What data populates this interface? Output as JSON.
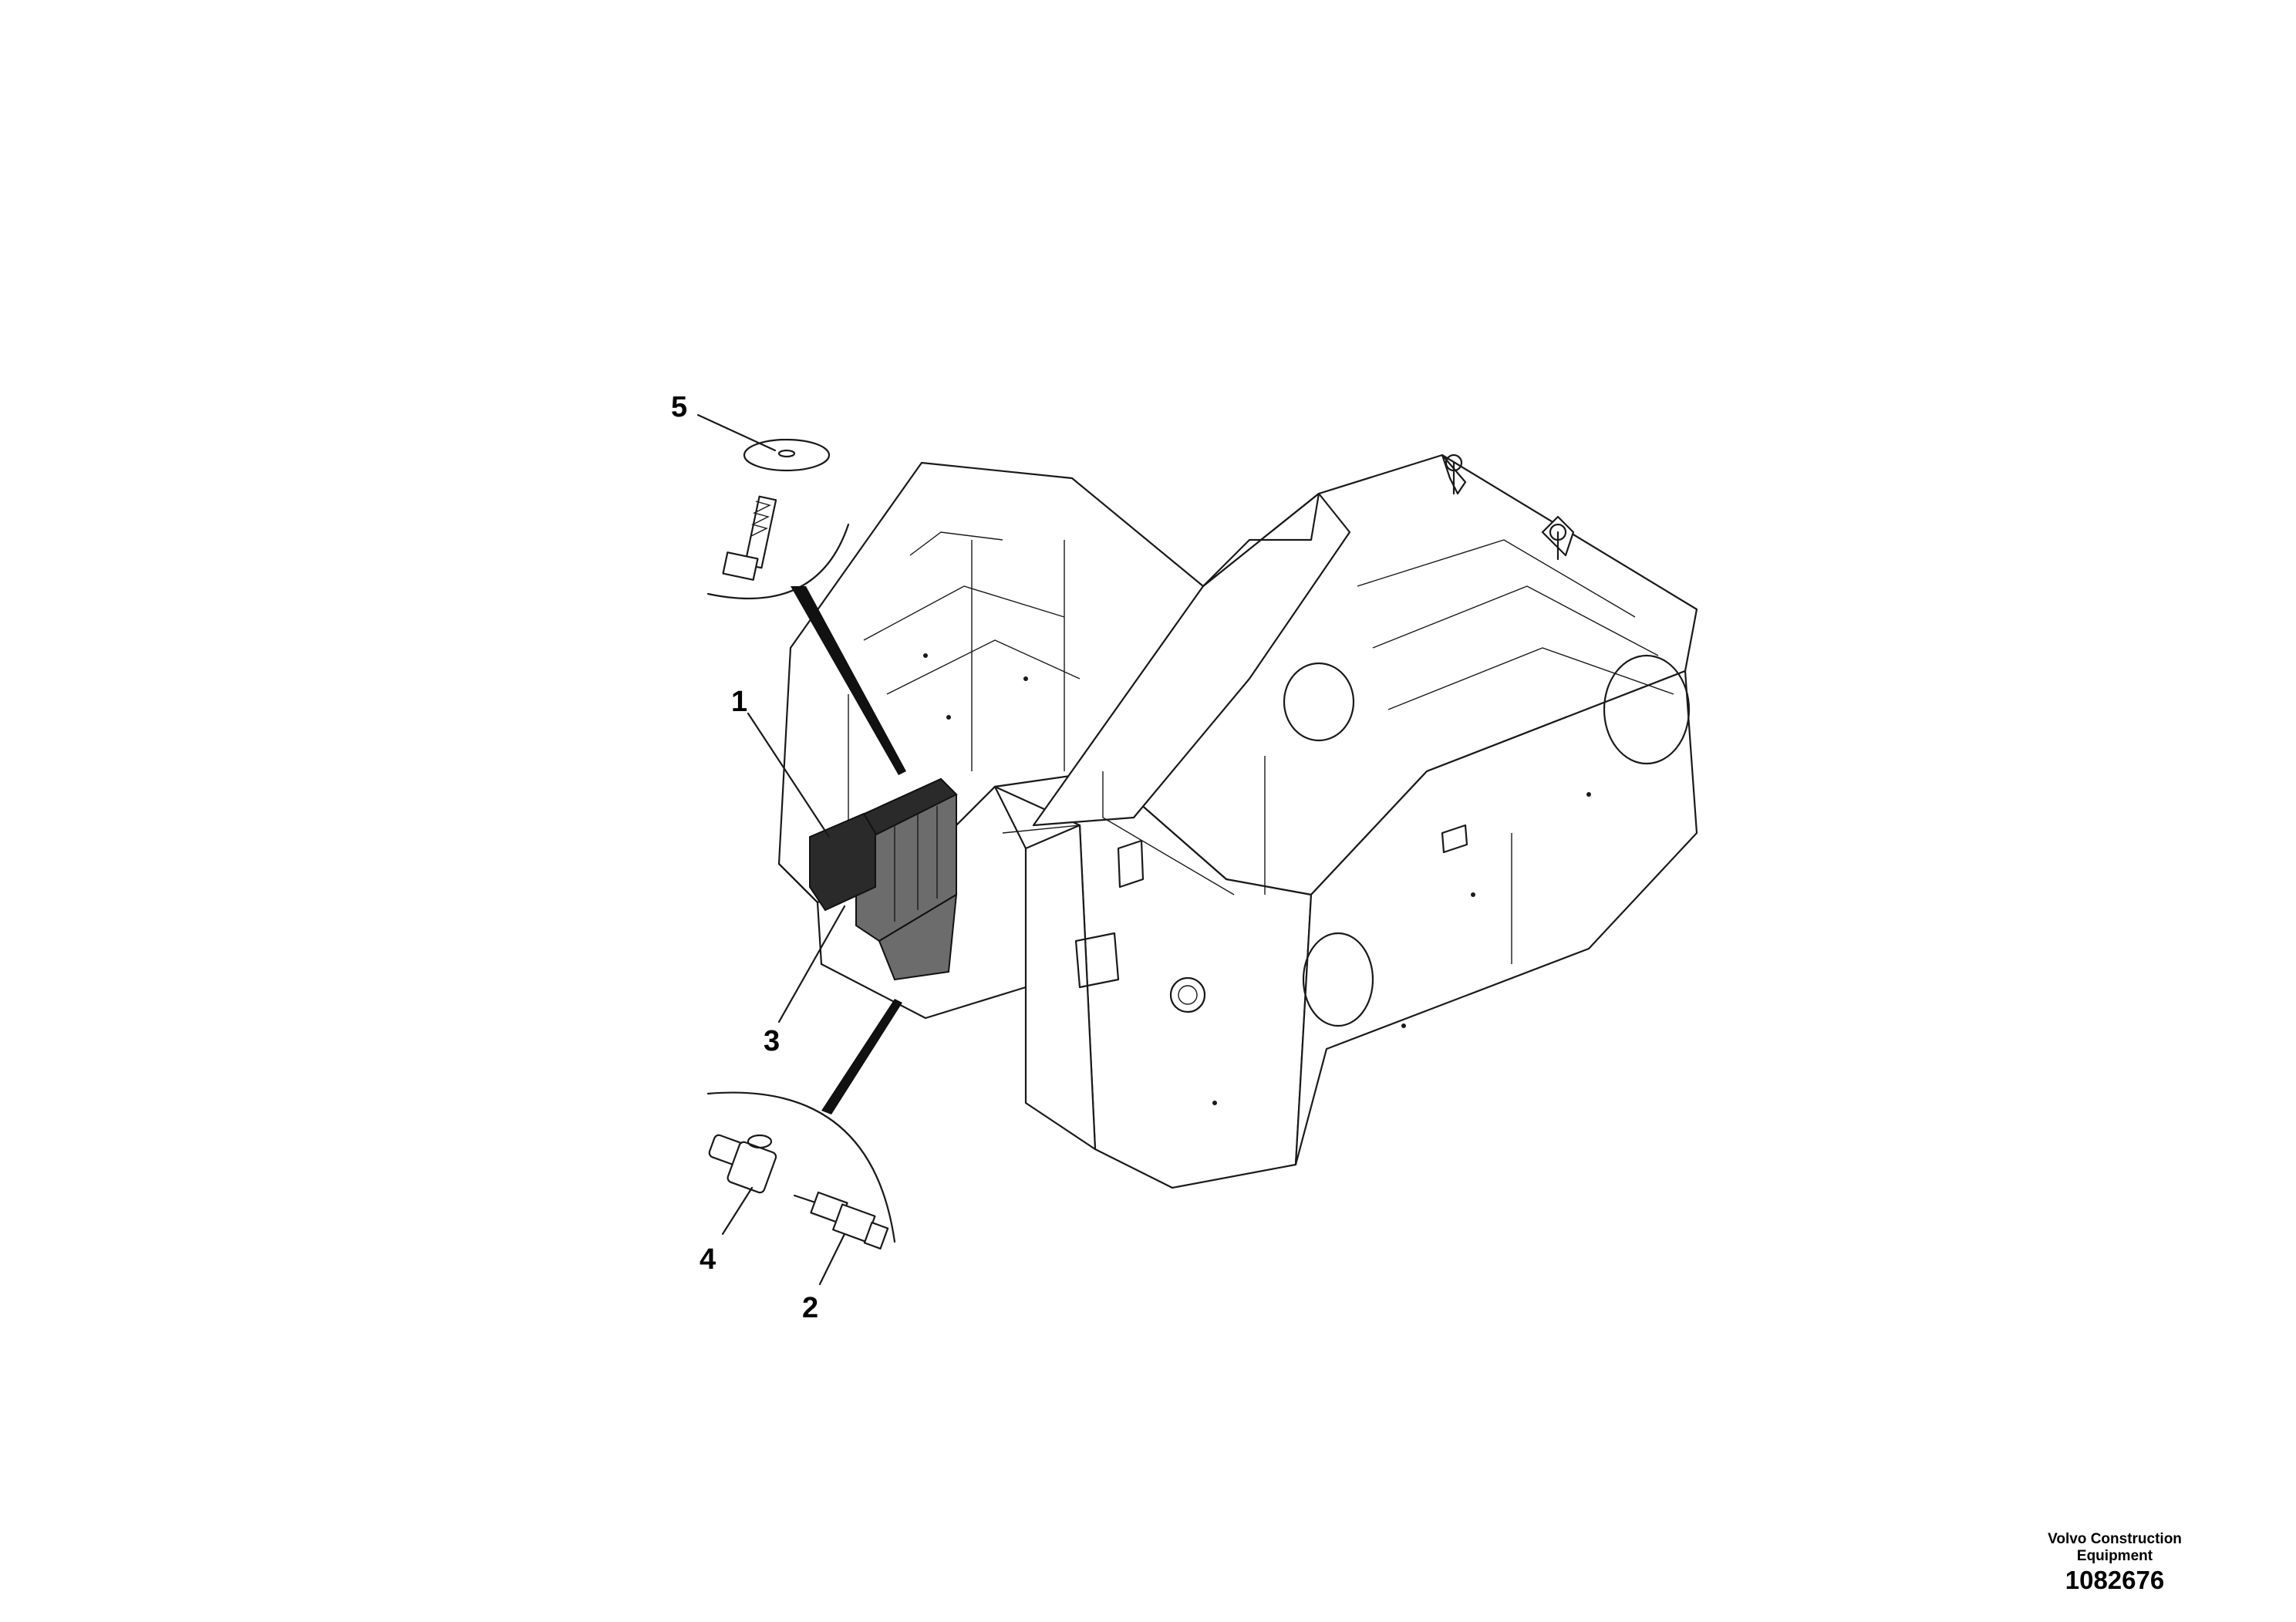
{
  "callouts": [
    {
      "id": "1",
      "label": "1"
    },
    {
      "id": "2",
      "label": "2"
    },
    {
      "id": "3",
      "label": "3"
    },
    {
      "id": "4",
      "label": "4"
    },
    {
      "id": "5",
      "label": "5"
    }
  ],
  "footer": {
    "brand_line1": "Volvo Construction",
    "brand_line2": "Equipment",
    "drawing_number": "1082676"
  }
}
